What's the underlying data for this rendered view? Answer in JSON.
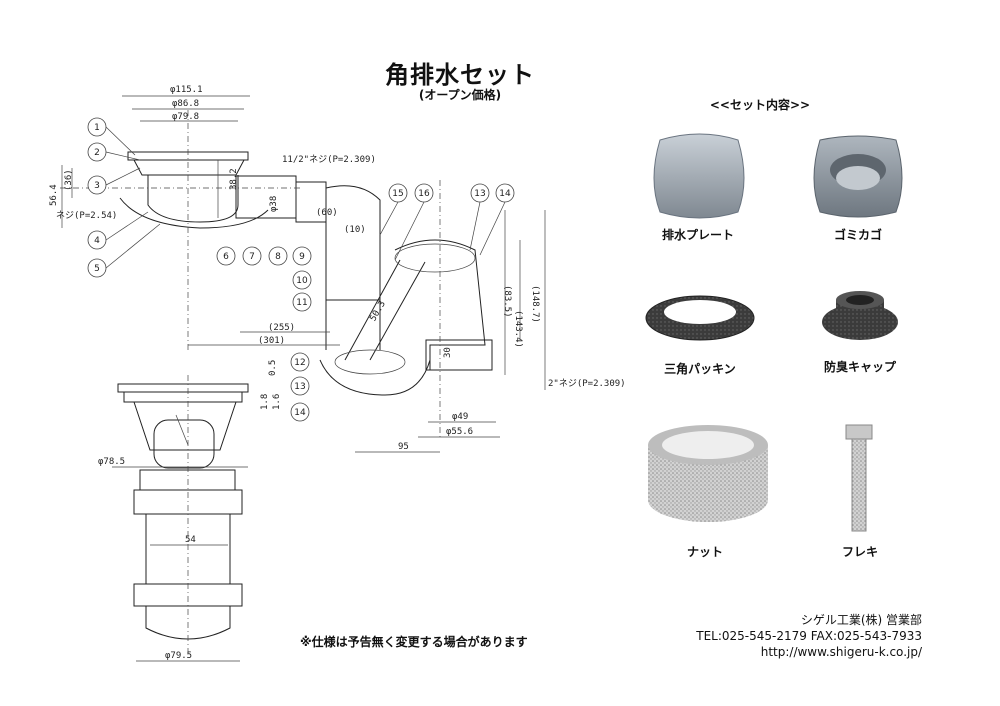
{
  "header": {
    "title": "角排水セット",
    "subtitle": "(オープン価格)"
  },
  "set_contents": {
    "heading": "<<セット内容>>",
    "items": [
      {
        "label": "排水プレート"
      },
      {
        "label": "ゴミカゴ"
      },
      {
        "label": "三角パッキン"
      },
      {
        "label": "防臭キャップ"
      },
      {
        "label": "ナット"
      },
      {
        "label": "フレキ"
      }
    ]
  },
  "drawing": {
    "dimensions": {
      "d115": "φ115.1",
      "d86": "φ86.8",
      "d79": "φ79.8",
      "h56": "56.4",
      "h36": "(36)",
      "h38": "38.2",
      "thread1": "ネジ(P=2.54)",
      "thread2": "11/2\"ネジ(P=2.309)",
      "thread3": "2\"ネジ(P=2.309)",
      "d38": "φ38",
      "d60": "(60)",
      "d10": "(10)",
      "w255": "(255)",
      "w301": "(301)",
      "h83": "(83.5)",
      "h143": "(143.4)",
      "h148": "(148.7)",
      "l50": "50.3",
      "h30": "30",
      "d49": "φ49",
      "d55": "φ55.6",
      "w95": "95",
      "h05": "0.5",
      "h18": "1.8",
      "h16": "1.6",
      "d785": "φ78.5",
      "w54": "54",
      "d795": "φ79.5"
    },
    "callouts": [
      "1",
      "2",
      "3",
      "4",
      "5",
      "6",
      "7",
      "8",
      "9",
      "10",
      "11",
      "12",
      "13",
      "14",
      "15",
      "16",
      "13",
      "14"
    ]
  },
  "footer": {
    "note": "※仕様は予告無く変更する場合があります",
    "company": "シゲル工業(株) 営業部",
    "tel_fax": "TEL:025-545-2179 FAX:025-543-7933",
    "url": "http://www.shigeru-k.co.jp/"
  },
  "colors": {
    "ink": "#222222",
    "plate": "#9aa3ad",
    "packing": "#3a3a3a",
    "nut": "#c9c9c9"
  }
}
